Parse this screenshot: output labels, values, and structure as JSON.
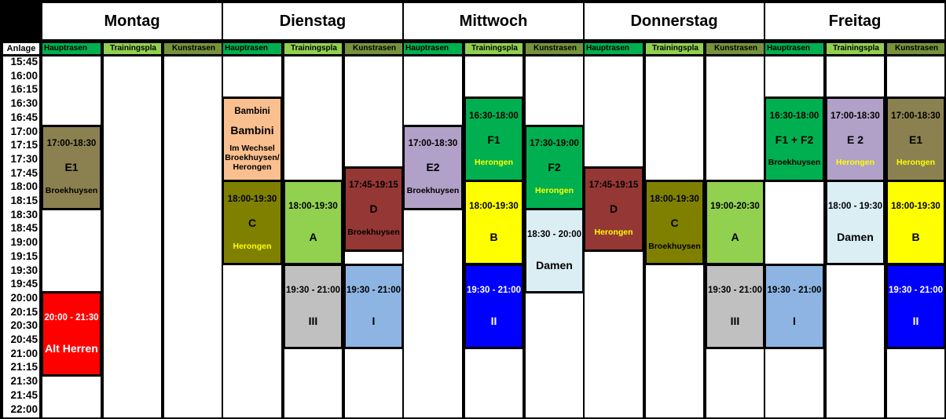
{
  "days": [
    "Montag",
    "Dienstag",
    "Mittwoch",
    "Donnerstag",
    "Freitag"
  ],
  "anlage_label": "Anlage",
  "fields": [
    {
      "label": "Hauptrasen",
      "color": "#00b050"
    },
    {
      "label": "Trainingspla",
      "color": "#92d050"
    },
    {
      "label": "Kunstrasen",
      "color": "#76933c"
    }
  ],
  "times": [
    "15:45",
    "16:00",
    "16:15",
    "16:30",
    "16:45",
    "17:00",
    "17:15",
    "17:30",
    "17:45",
    "18:00",
    "18:15",
    "18:30",
    "18:45",
    "19:00",
    "19:15",
    "19:30",
    "19:45",
    "20:00",
    "20:15",
    "20:30",
    "20:45",
    "21:00",
    "21:15",
    "21:30",
    "21:45",
    "22:00"
  ],
  "events": [
    {
      "day": 0,
      "col": 0,
      "s": 5,
      "e": 11,
      "bg": "#8b8150",
      "fg": "#000",
      "time": "17:00-18:30",
      "name": "E1",
      "loc": "Broekhuysen",
      "locColor": "#000"
    },
    {
      "day": 0,
      "col": 0,
      "s": 17,
      "e": 23,
      "bg": "#ff0000",
      "fg": "#fff",
      "time": "20:00 - 21:30",
      "name": "Alt Herren",
      "loc": "",
      "locColor": "#fff"
    },
    {
      "day": 1,
      "col": 0,
      "s": 3,
      "e": 9,
      "bg": "#fabf8f",
      "fg": "#000",
      "time": "Bambini",
      "name": "Bambini",
      "loc": "Im Wechsel Broekhuysen/ Herongen",
      "locColor": "#000"
    },
    {
      "day": 1,
      "col": 0,
      "s": 9,
      "e": 15,
      "bg": "#808000",
      "fg": "#000",
      "time": "18:00-19:30",
      "name": "C",
      "loc": "Herongen",
      "locColor": "#ffff00"
    },
    {
      "day": 1,
      "col": 1,
      "s": 9,
      "e": 15,
      "bg": "#92d050",
      "fg": "#000",
      "time": "18:00-19:30",
      "name": "A",
      "loc": "",
      "locColor": "#000"
    },
    {
      "day": 1,
      "col": 1,
      "s": 15,
      "e": 21,
      "bg": "#c0c0c0",
      "fg": "#000",
      "time": "19:30 - 21:00",
      "name": "III",
      "loc": "",
      "locColor": "#000"
    },
    {
      "day": 1,
      "col": 2,
      "s": 8,
      "e": 14,
      "bg": "#953735",
      "fg": "#000",
      "time": "17:45-19:15",
      "name": "D",
      "loc": "Broekhuysen",
      "locColor": "#000"
    },
    {
      "day": 1,
      "col": 2,
      "s": 15,
      "e": 21,
      "bg": "#8db4e2",
      "fg": "#000",
      "time": "19:30 - 21:00",
      "name": "I",
      "loc": "",
      "locColor": "#000"
    },
    {
      "day": 2,
      "col": 0,
      "s": 5,
      "e": 11,
      "bg": "#b1a0c7",
      "fg": "#000",
      "time": "17:00-18:30",
      "name": "E2",
      "loc": "Broekhuysen",
      "locColor": "#000"
    },
    {
      "day": 2,
      "col": 1,
      "s": 3,
      "e": 9,
      "bg": "#00b050",
      "fg": "#000",
      "time": "16:30-18:00",
      "name": "F1",
      "loc": "Herongen",
      "locColor": "#ffff00"
    },
    {
      "day": 2,
      "col": 1,
      "s": 9,
      "e": 15,
      "bg": "#ffff00",
      "fg": "#000",
      "time": "18:00-19:30",
      "name": "B",
      "loc": "",
      "locColor": "#000"
    },
    {
      "day": 2,
      "col": 1,
      "s": 15,
      "e": 21,
      "bg": "#0000ff",
      "fg": "#fff",
      "time": "19:30 - 21:00",
      "name": "II",
      "loc": "",
      "locColor": "#fff"
    },
    {
      "day": 2,
      "col": 2,
      "s": 5,
      "e": 11,
      "bg": "#00b050",
      "fg": "#000",
      "time": "17:30-19:00",
      "name": "F2",
      "loc": "Herongen",
      "locColor": "#ffff00"
    },
    {
      "day": 2,
      "col": 2,
      "s": 11,
      "e": 17,
      "bg": "#daeef3",
      "fg": "#000",
      "time": "18:30 - 20:00",
      "name": "Damen",
      "loc": "",
      "locColor": "#000"
    },
    {
      "day": 3,
      "col": 0,
      "s": 8,
      "e": 14,
      "bg": "#953735",
      "fg": "#000",
      "time": "17:45-19:15",
      "name": "D",
      "loc": "Herongen",
      "locColor": "#ffff00"
    },
    {
      "day": 3,
      "col": 1,
      "s": 9,
      "e": 15,
      "bg": "#808000",
      "fg": "#000",
      "time": "18:00-19:30",
      "name": "C",
      "loc": "Broekhuysen",
      "locColor": "#000"
    },
    {
      "day": 3,
      "col": 2,
      "s": 9,
      "e": 15,
      "bg": "#92d050",
      "fg": "#000",
      "time": "19:00-20:30",
      "name": "A",
      "loc": "",
      "locColor": "#000"
    },
    {
      "day": 3,
      "col": 2,
      "s": 15,
      "e": 21,
      "bg": "#c0c0c0",
      "fg": "#000",
      "time": "19:30 - 21:00",
      "name": "III",
      "loc": "",
      "locColor": "#000"
    },
    {
      "day": 4,
      "col": 0,
      "s": 3,
      "e": 9,
      "bg": "#00b050",
      "fg": "#000",
      "time": "16:30-18:00",
      "name": "F1 + F2",
      "loc": "Broekhuysen",
      "locColor": "#000"
    },
    {
      "day": 4,
      "col": 0,
      "s": 15,
      "e": 21,
      "bg": "#8db4e2",
      "fg": "#000",
      "time": "19:30 - 21:00",
      "name": "I",
      "loc": "",
      "locColor": "#000"
    },
    {
      "day": 4,
      "col": 1,
      "s": 3,
      "e": 9,
      "bg": "#b1a0c7",
      "fg": "#000",
      "time": "17:00-18:30",
      "name": "E 2",
      "loc": "Herongen",
      "locColor": "#ffff00"
    },
    {
      "day": 4,
      "col": 1,
      "s": 9,
      "e": 15,
      "bg": "#daeef3",
      "fg": "#000",
      "time": "18:00 - 19:30",
      "name": "Damen",
      "loc": "",
      "locColor": "#000"
    },
    {
      "day": 4,
      "col": 2,
      "s": 3,
      "e": 9,
      "bg": "#8b8150",
      "fg": "#000",
      "time": "17:00-18:30",
      "name": "E1",
      "loc": "Herongen",
      "locColor": "#ffff00"
    },
    {
      "day": 4,
      "col": 2,
      "s": 9,
      "e": 15,
      "bg": "#ffff00",
      "fg": "#000",
      "time": "18:00-19:30",
      "name": "B",
      "loc": "",
      "locColor": "#000"
    },
    {
      "day": 4,
      "col": 2,
      "s": 15,
      "e": 21,
      "bg": "#0000ff",
      "fg": "#fff",
      "time": "19:30 - 21:00",
      "name": "II",
      "loc": "",
      "locColor": "#fff"
    }
  ]
}
